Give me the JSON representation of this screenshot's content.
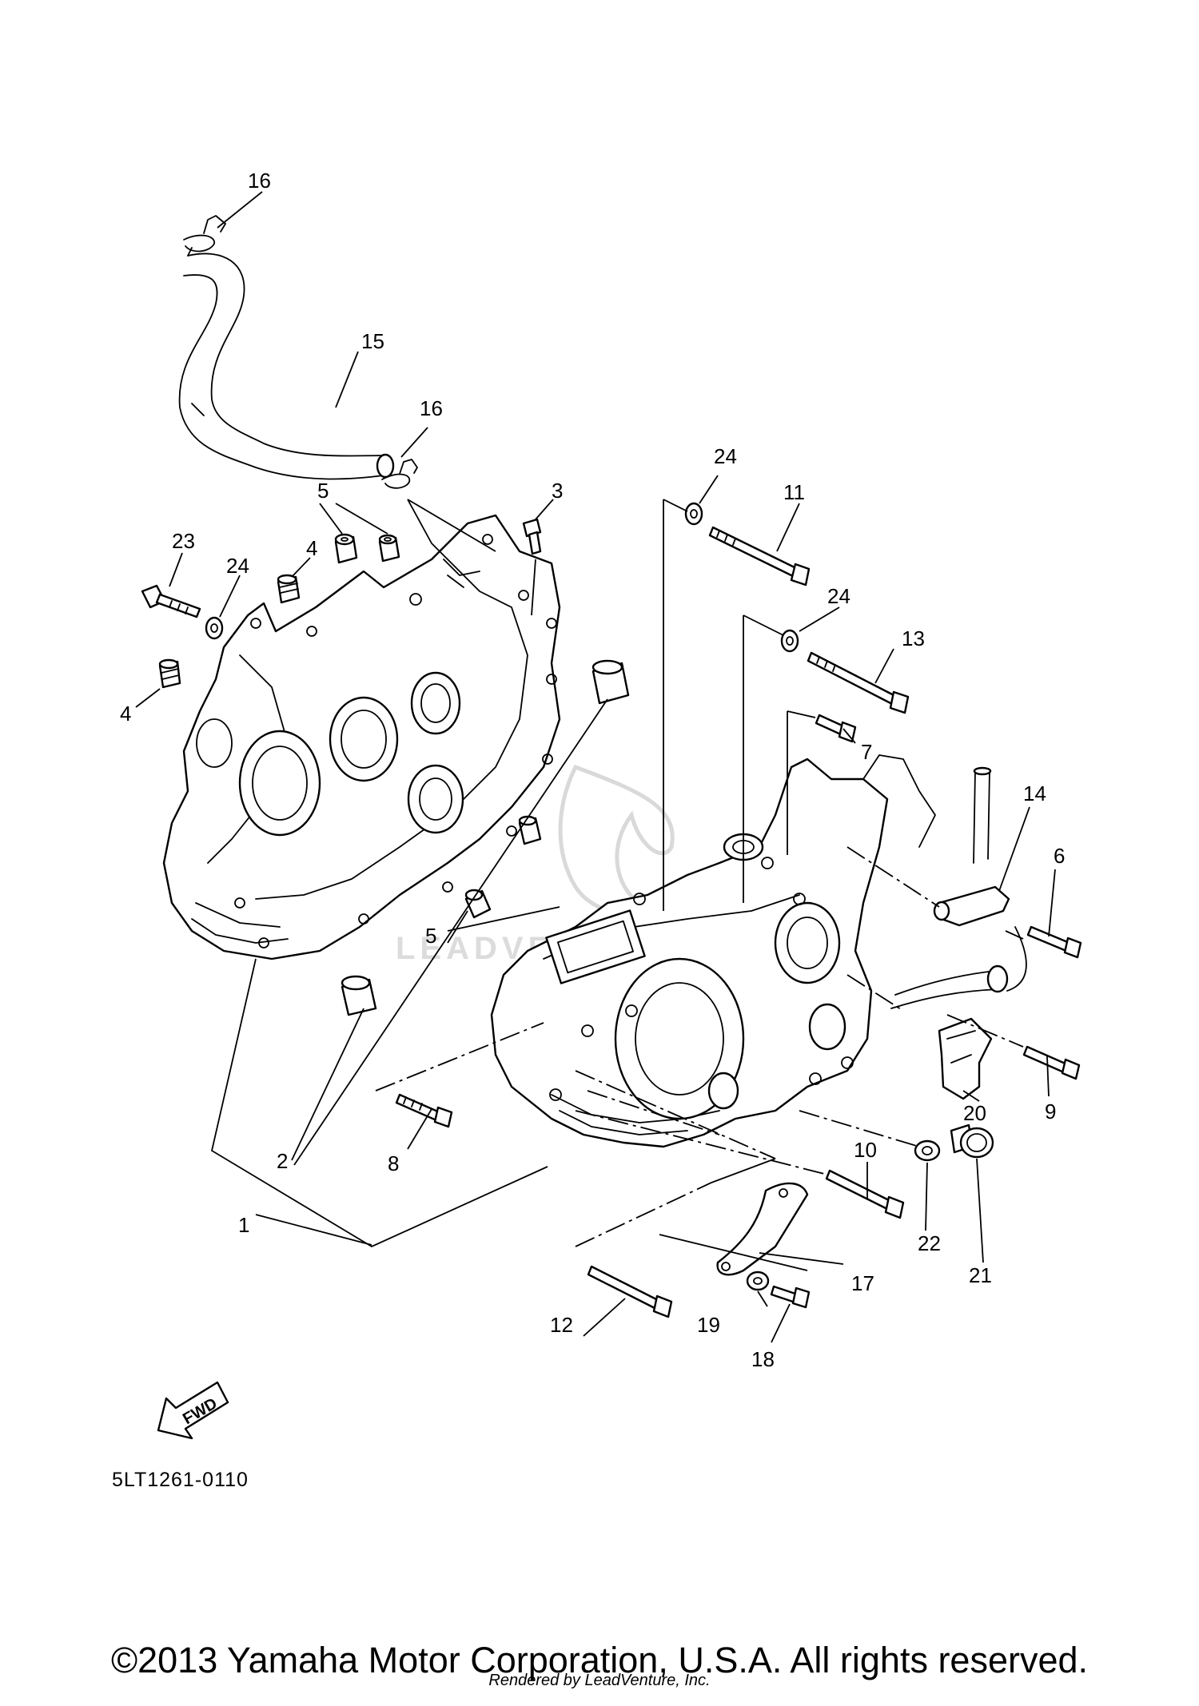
{
  "diagram": {
    "callouts": {
      "c1": "1",
      "c2": "2",
      "c3": "3",
      "c4a": "4",
      "c4b": "4",
      "c5a": "5",
      "c5b": "5",
      "c6": "6",
      "c7": "7",
      "c8": "8",
      "c9": "9",
      "c10": "10",
      "c11": "11",
      "c12": "12",
      "c13": "13",
      "c14": "14",
      "c15": "15",
      "c16a": "16",
      "c16b": "16",
      "c17": "17",
      "c18": "18",
      "c19": "19",
      "c20": "20",
      "c21": "21",
      "c22": "22",
      "c23": "23",
      "c24a": "24",
      "c24b": "24",
      "c24c": "24"
    },
    "fwd_label": "FWD",
    "drawing_code": "5LT1261-0110",
    "watermark_text": "LEADVENTURE"
  },
  "footer": {
    "copyright": "©2013 Yamaha Motor Corporation, U.S.A. All rights reserved.",
    "rendered_by": "Rendered by LeadVenture, Inc."
  }
}
